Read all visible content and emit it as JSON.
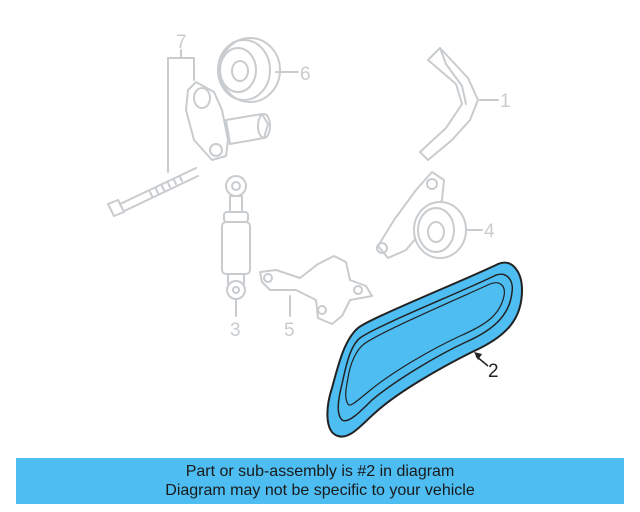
{
  "diagram": {
    "callouts": [
      "1",
      "2",
      "3",
      "4",
      "5",
      "6",
      "7"
    ],
    "highlighted_part": "2",
    "colors": {
      "highlight": "#4dbdf2",
      "outline": "#222222",
      "ghost": "#c9cccf"
    }
  },
  "banner": {
    "line1": "Part or sub-assembly is #2 in diagram",
    "line2": "Diagram may not be specific to your vehicle"
  }
}
